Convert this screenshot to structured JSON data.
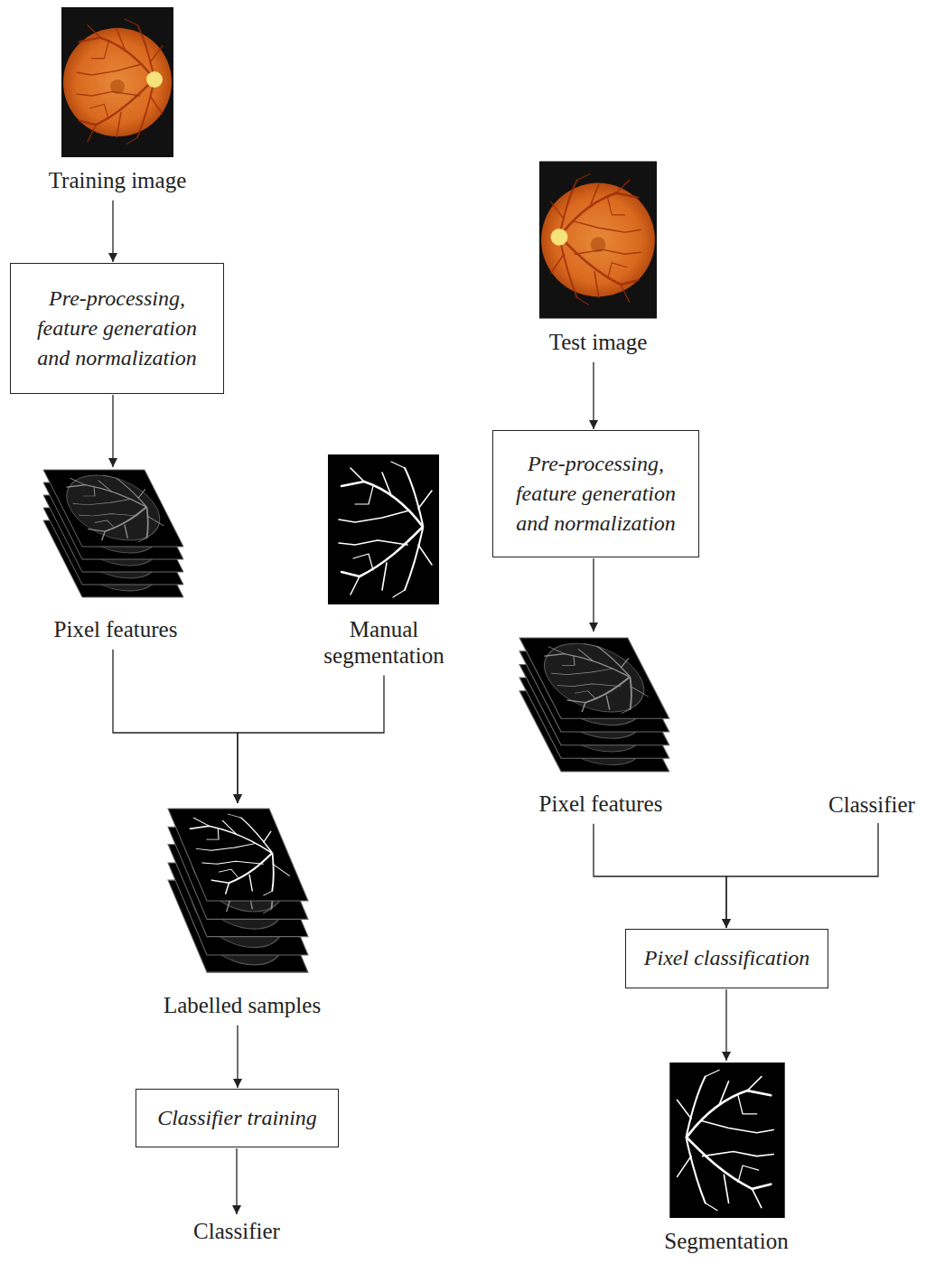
{
  "diagram": {
    "nodes": [
      {
        "text": [
          "Training image"
        ]
      },
      {
        "text": [
          "Pre-processing, feature generation and normalization"
        ]
      },
      {
        "text": [
          "Pixel features"
        ]
      },
      {
        "text": [
          "Manual segmentation"
        ]
      },
      {
        "text": [
          "Labelled samples"
        ]
      },
      {
        "text": [
          "Classifier training"
        ]
      },
      {
        "text": [
          "Classifier"
        ]
      },
      {
        "text": [
          "Test image"
        ]
      },
      {
        "text": [
          "Pre-processing, feature generation and normalization"
        ]
      },
      {
        "text": [
          "Pixel features"
        ]
      },
      {
        "text": [
          "Classifier"
        ]
      },
      {
        "text": [
          "Pixel classification"
        ]
      },
      {
        "text": [
          "Segmentation"
        ]
      }
    ],
    "edges": [
      {
        "from": 0,
        "to": 1,
        "arrow": "to"
      },
      {
        "from": 1,
        "to": 2,
        "arrow": "to"
      },
      {
        "from": 2,
        "to": 4,
        "arrow": "to"
      },
      {
        "from": 3,
        "to": 4,
        "arrow": "to"
      },
      {
        "from": 4,
        "to": 5,
        "arrow": "to"
      },
      {
        "from": 5,
        "to": 6,
        "arrow": "to"
      },
      {
        "from": 7,
        "to": 8,
        "arrow": "to"
      },
      {
        "from": 8,
        "to": 9,
        "arrow": "to"
      },
      {
        "from": 9,
        "to": 11,
        "arrow": "to"
      },
      {
        "from": 10,
        "to": 11,
        "arrow": "to"
      },
      {
        "from": 11,
        "to": 12,
        "arrow": "to"
      }
    ]
  }
}
